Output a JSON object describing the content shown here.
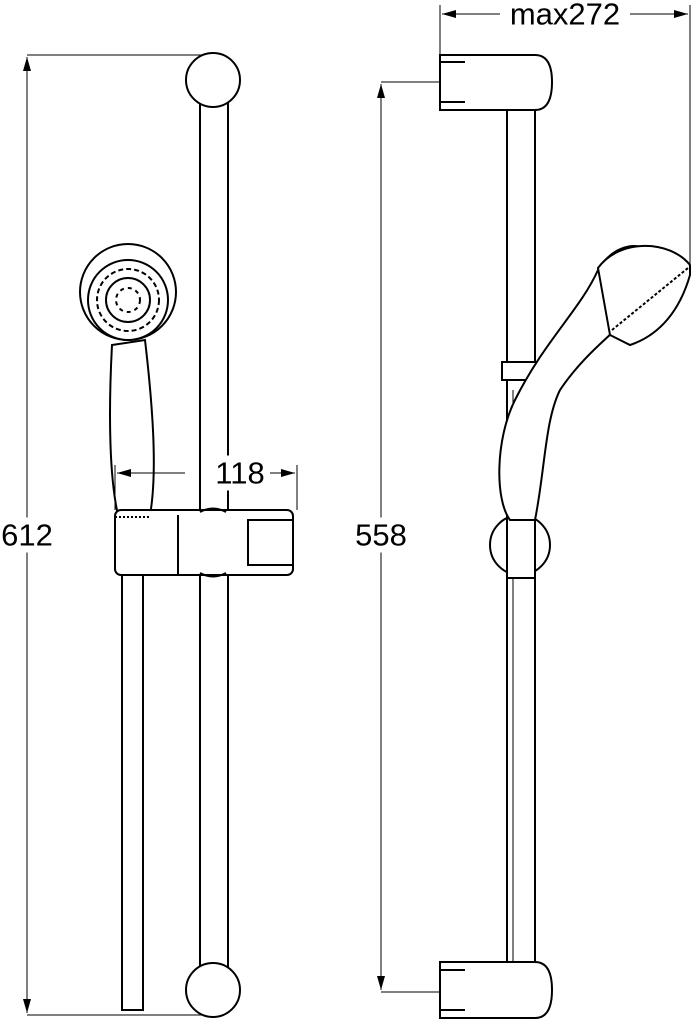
{
  "drawing": {
    "dimensions": {
      "height_total": "612",
      "rail_spacing": "558",
      "handset_offset": "118",
      "max_projection": "max272"
    },
    "line_color": "#000000",
    "background": "#ffffff"
  }
}
